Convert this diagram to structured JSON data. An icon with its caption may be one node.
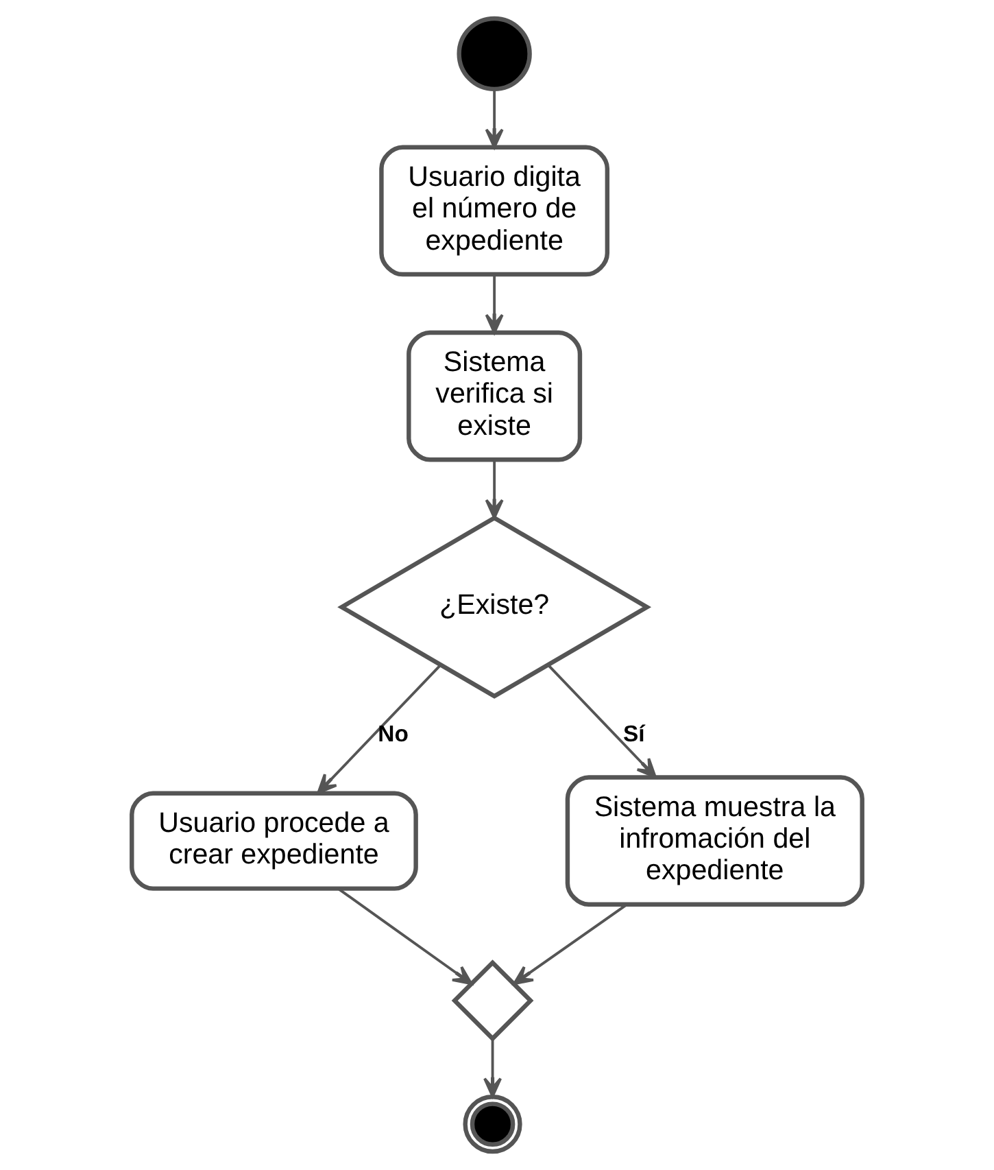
{
  "diagram": {
    "nodes": [
      {
        "text": [],
        "shape": "circle"
      },
      {
        "text": [
          "Usuario digita el número de expediente"
        ]
      },
      {
        "text": [
          "Sistema verifica si existe"
        ]
      },
      {
        "text": [
          "¿Existe?"
        ]
      },
      {
        "text": [
          "Usuario procede a crear expediente"
        ]
      },
      {
        "text": [
          "Sistema muestra la infromación del expediente"
        ]
      },
      {
        "text": [],
        "shape": "diamond"
      },
      {
        "text": [],
        "shape": "circle"
      }
    ],
    "edges": [
      {
        "from": 0,
        "to": 1,
        "arrow": "to"
      },
      {
        "from": 1,
        "to": 2,
        "arrow": "to"
      },
      {
        "from": 2,
        "to": 3,
        "arrow": "to"
      },
      {
        "from": 3,
        "to": 4,
        "label": "No",
        "arrow": "to"
      },
      {
        "from": 3,
        "to": 5,
        "label": "Sí",
        "arrow": "to"
      },
      {
        "from": 4,
        "to": 6,
        "arrow": "to"
      },
      {
        "from": 5,
        "to": 6,
        "arrow": "to"
      },
      {
        "from": 6,
        "to": 7,
        "arrow": "to"
      }
    ]
  }
}
